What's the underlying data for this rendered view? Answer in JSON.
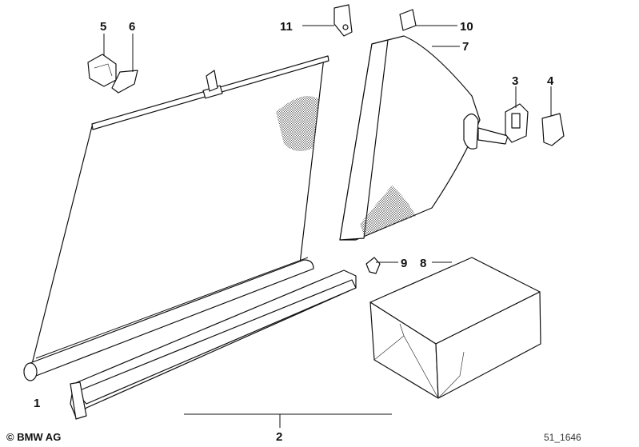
{
  "diagram": {
    "callouts": {
      "c1": "1",
      "c2": "2",
      "c3": "3",
      "c4": "4",
      "c5": "5",
      "c6": "6",
      "c7": "7",
      "c8": "8",
      "c9": "9",
      "c10": "10",
      "c11": "11"
    },
    "copyright": "© BMW AG",
    "drawing_number": "51_1646"
  }
}
